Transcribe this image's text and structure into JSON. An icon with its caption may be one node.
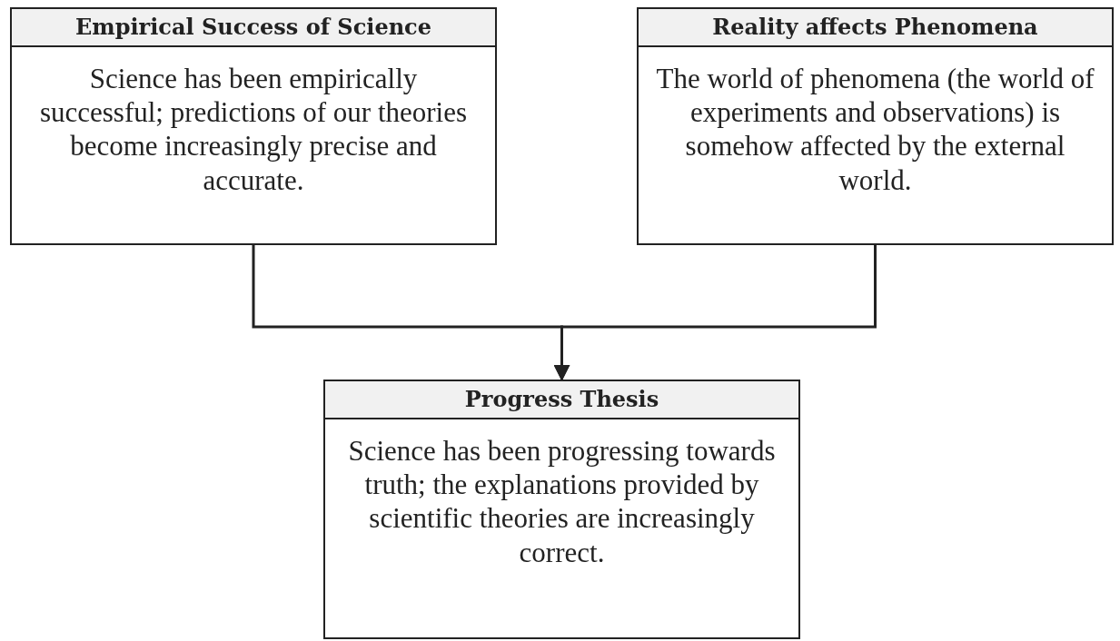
{
  "diagram": {
    "nodes": [
      {
        "text": [
          "Empirical Success of Science",
          "Science has been empirically successful; predictions of our theories become increasingly precise and accurate."
        ]
      },
      {
        "text": [
          "Reality affects Phenomena",
          "The world of phenomena (the world of experiments and observations) is somehow affected by the external world."
        ]
      },
      {
        "text": [
          "Progress Thesis",
          "Science has been progressing towards truth; the explanations provided by scientific theories are increasingly correct."
        ]
      }
    ],
    "edges": [
      {
        "from": 0,
        "to": 2,
        "arrow": "to"
      },
      {
        "from": 1,
        "to": 2,
        "arrow": "to"
      }
    ]
  }
}
